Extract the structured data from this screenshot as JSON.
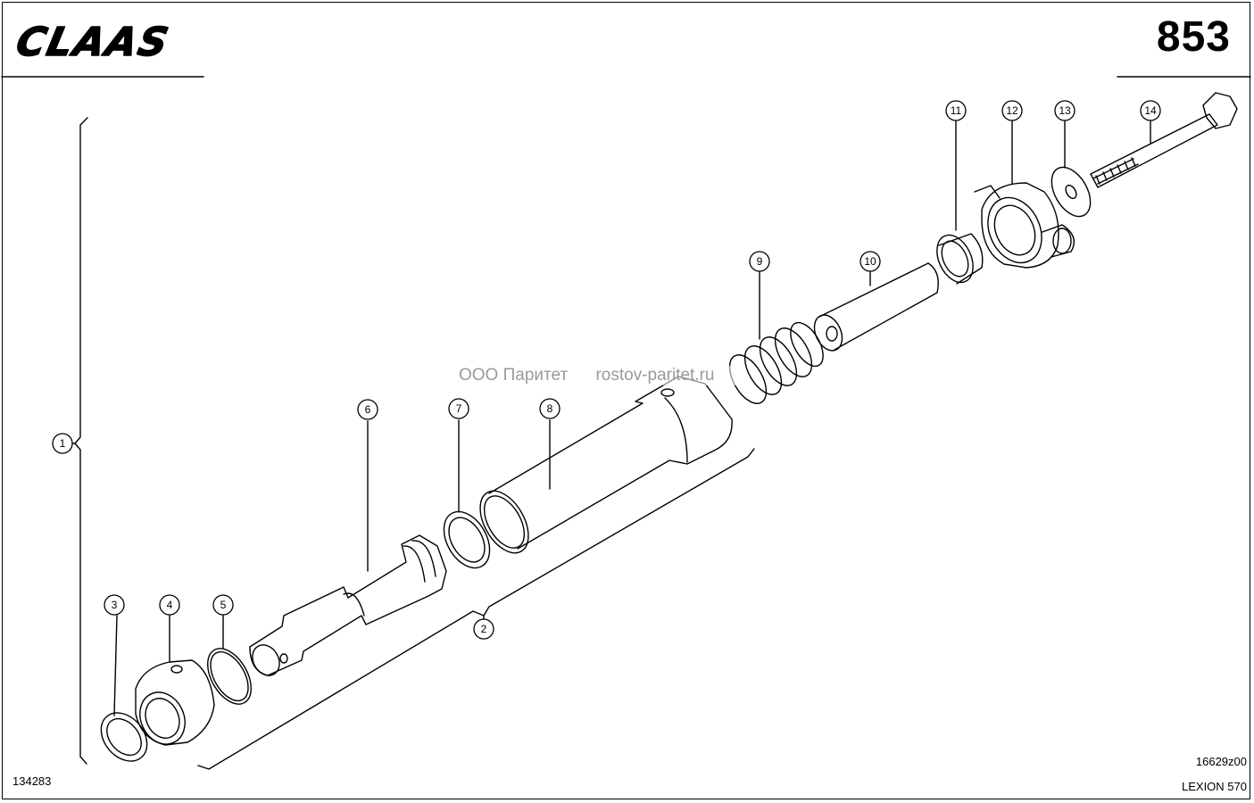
{
  "header": {
    "brand_logo": "CLAAS",
    "page_number": "853"
  },
  "footer": {
    "drawing_number": "134283",
    "reference_code": "16629z00",
    "model": "LEXION 570"
  },
  "watermark": {
    "company": "ООО Паритет",
    "site": "rostov-paritet.ru"
  },
  "callouts": [
    "1",
    "2",
    "3",
    "4",
    "5",
    "6",
    "7",
    "8",
    "9",
    "10",
    "11",
    "12",
    "13",
    "14"
  ],
  "colors": {
    "line": "#000000",
    "paper": "#ffffff",
    "watermark": "#9a9a9a"
  }
}
